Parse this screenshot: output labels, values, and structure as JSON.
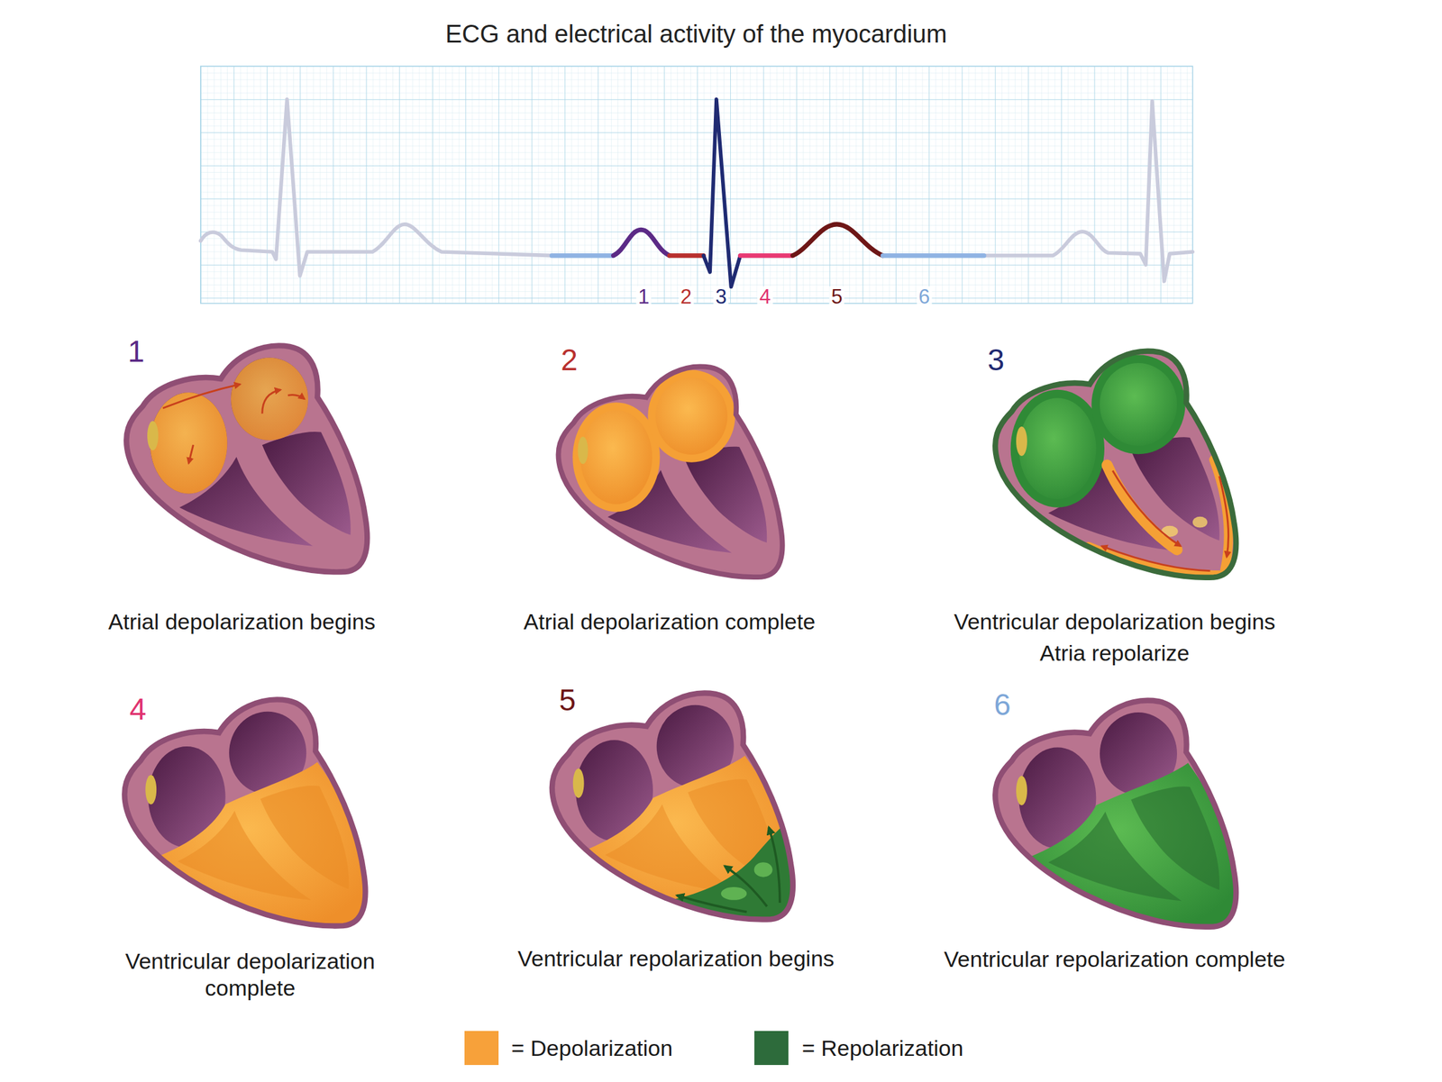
{
  "diagram": {
    "title": "ECG and electrical activity of the myocardium",
    "labels": [
      "1",
      "2",
      "3",
      "4",
      "5",
      "6",
      "1",
      "Atrial depolarization begins",
      "2",
      "Atrial depolarization complete",
      "3",
      "Ventricular depolarization begins",
      "Atria repolarize",
      "4",
      "Ventricular depolarization complete",
      "5",
      "Ventricular repolarization begins",
      "6",
      "Ventricular repolarization complete"
    ],
    "legend": [
      {
        "text": "= Depolarization",
        "color": "#f7a13a"
      },
      {
        "text": "= Repolarization",
        "color": "#2d6b3b"
      }
    ]
  }
}
